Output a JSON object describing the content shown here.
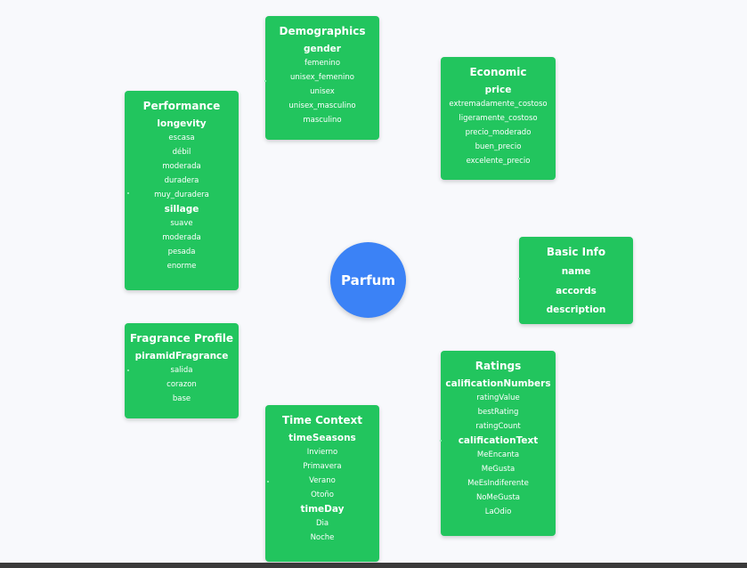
{
  "center": {
    "label": "Parfum",
    "color": "#3b82f6"
  },
  "cards": {
    "demographics": {
      "title": "Demographics",
      "groups": [
        {
          "name": "gender",
          "items": [
            "femenino",
            "unisex_femenino",
            "unisex",
            "unisex_masculino",
            "masculino"
          ]
        }
      ]
    },
    "economic": {
      "title": "Economic",
      "groups": [
        {
          "name": "price",
          "items": [
            "extremadamente_costoso",
            "ligeramente_costoso",
            "precio_moderado",
            "buen_precio",
            "excelente_precio"
          ]
        }
      ]
    },
    "performance": {
      "title": "Performance",
      "groups": [
        {
          "name": "longevity",
          "items": [
            "escasa",
            "débil",
            "moderada",
            "duradera",
            "muy_duradera"
          ]
        },
        {
          "name": "sillage",
          "items": [
            "suave",
            "moderada",
            "pesada",
            "enorme"
          ]
        }
      ]
    },
    "basic_info": {
      "title": "Basic Info",
      "fields": [
        "name",
        "accords",
        "description"
      ]
    },
    "fragrance_profile": {
      "title": "Fragrance Profile",
      "groups": [
        {
          "name": "piramidFragrance",
          "items": [
            "salida",
            "corazon",
            "base"
          ]
        }
      ]
    },
    "ratings": {
      "title": "Ratings",
      "groups": [
        {
          "name": "calificationNumbers",
          "items": [
            "ratingValue",
            "bestRating",
            "ratingCount"
          ]
        },
        {
          "name": "calificationText",
          "items": [
            "MeEncanta",
            "MeGusta",
            "MeEsIndiferente",
            "NoMeGusta",
            "LaOdio"
          ]
        }
      ]
    },
    "time_context": {
      "title": "Time Context",
      "groups": [
        {
          "name": "timeSeasons",
          "items": [
            "Invierno",
            "Primavera",
            "Verano",
            "Otoño"
          ]
        },
        {
          "name": "timeDay",
          "items": [
            "Dia",
            "Noche"
          ]
        }
      ]
    }
  },
  "colors": {
    "card": "#22c55e",
    "background": "#f8f9fc",
    "text": "#ffffff"
  }
}
